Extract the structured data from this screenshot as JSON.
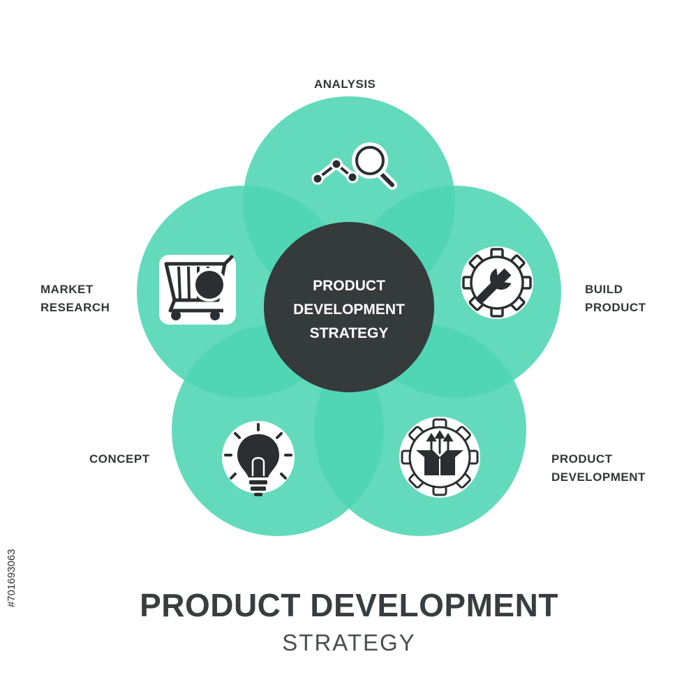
{
  "colors": {
    "petal": "#4ed5b4",
    "petal_overlap": "#3db99a",
    "center": "#353a3b",
    "text_dark": "#333639",
    "icon_dark": "#2b2e30"
  },
  "labels": {
    "analysis": "ANALYSIS",
    "market_research": [
      "MARKET",
      "RESEARCH"
    ],
    "build_product": [
      "BUILD",
      "PRODUCT"
    ],
    "concept": "CONCEPT",
    "product_development": [
      "PRODUCT",
      "DEVELOPMENT"
    ]
  },
  "center": {
    "lines": [
      "PRODUCT",
      "DEVELOPMENT",
      "STRATEGY"
    ]
  },
  "title": {
    "main": "PRODUCT DEVELOPMENT",
    "sub": "STRATEGY"
  },
  "side_id": "#701693063",
  "icons": {
    "analysis": "chart-magnifier-icon",
    "market_research": "shopping-cart-icon",
    "build_product": "gear-wrench-icon",
    "concept": "lightbulb-icon",
    "product_development": "gear-box-icon"
  }
}
